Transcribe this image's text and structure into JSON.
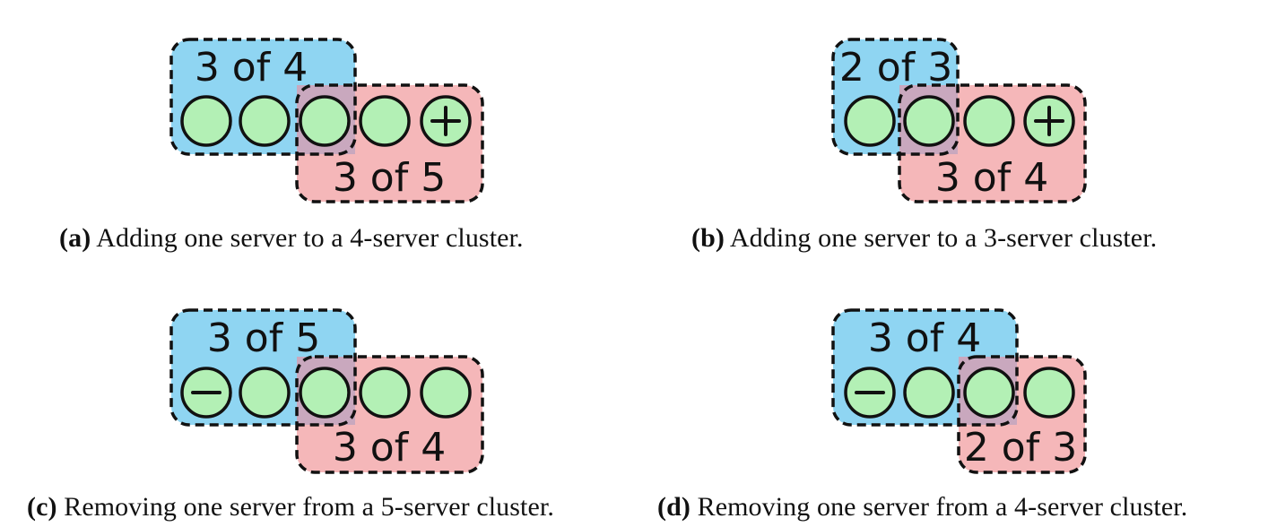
{
  "colors": {
    "old_config_fill": "#8fd5f2",
    "new_config_fill": "#f5b7b9",
    "overlap_fill": "#c9a8be",
    "server_fill": "#b3f0b5",
    "stroke": "#111111"
  },
  "panels": [
    {
      "id": "a",
      "old_label": "3 of 4",
      "new_label": "3 of 5",
      "servers": [
        "normal",
        "normal",
        "normal",
        "normal",
        "added"
      ],
      "caption_tag": "(a)",
      "caption_text": "Adding one server to a 4-server cluster."
    },
    {
      "id": "b",
      "old_label": "2 of 3",
      "new_label": "3 of 4",
      "servers": [
        "normal",
        "normal",
        "normal",
        "added"
      ],
      "caption_tag": "(b)",
      "caption_text": "Adding one server to a 3-server cluster."
    },
    {
      "id": "c",
      "old_label": "3 of 5",
      "new_label": "3 of 4",
      "servers": [
        "removed",
        "normal",
        "normal",
        "normal",
        "normal"
      ],
      "caption_tag": "(c)",
      "caption_text": "Removing one server from a 5-server cluster."
    },
    {
      "id": "d",
      "old_label": "3 of 4",
      "new_label": "2 of 3",
      "servers": [
        "removed",
        "normal",
        "normal",
        "normal"
      ],
      "caption_tag": "(d)",
      "caption_text": "Removing one server from a 4-server cluster."
    }
  ]
}
